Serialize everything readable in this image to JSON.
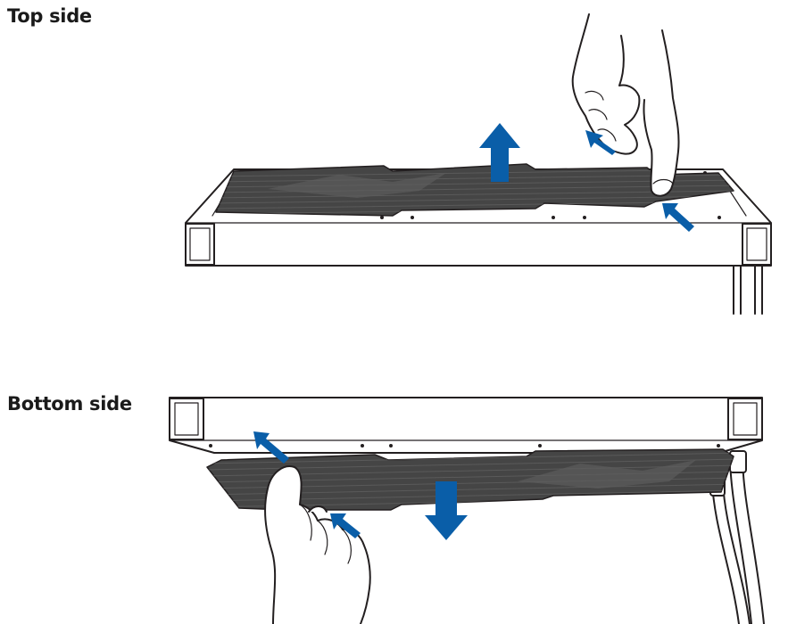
{
  "labels": {
    "top_side": "Top side",
    "bottom_side": "Bottom side"
  },
  "colors": {
    "arrow": "#0a5ea8",
    "filter": "#454545",
    "outline": "#231f20"
  },
  "figures": [
    {
      "name": "top-side-figure",
      "action": "lift-filter-up",
      "arrows": [
        "up-arrow-icon",
        "press-arrow-icon",
        "press-arrow-icon"
      ]
    },
    {
      "name": "bottom-side-figure",
      "action": "pull-filter-down",
      "arrows": [
        "down-arrow-icon",
        "press-arrow-icon",
        "press-arrow-icon"
      ]
    }
  ]
}
